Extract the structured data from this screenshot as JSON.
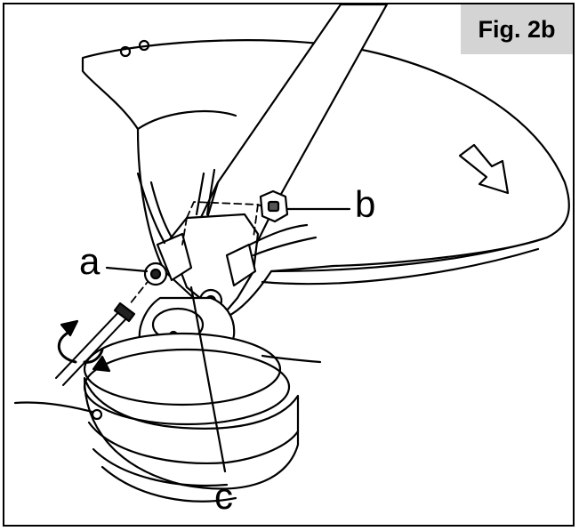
{
  "figure": {
    "label": "Fig. 2b"
  },
  "callouts": {
    "a": "a",
    "b": "b",
    "c": "c"
  },
  "colors": {
    "line": "#000000",
    "label_bg": "#d4d4d4",
    "shade": "#e8e8e8"
  }
}
